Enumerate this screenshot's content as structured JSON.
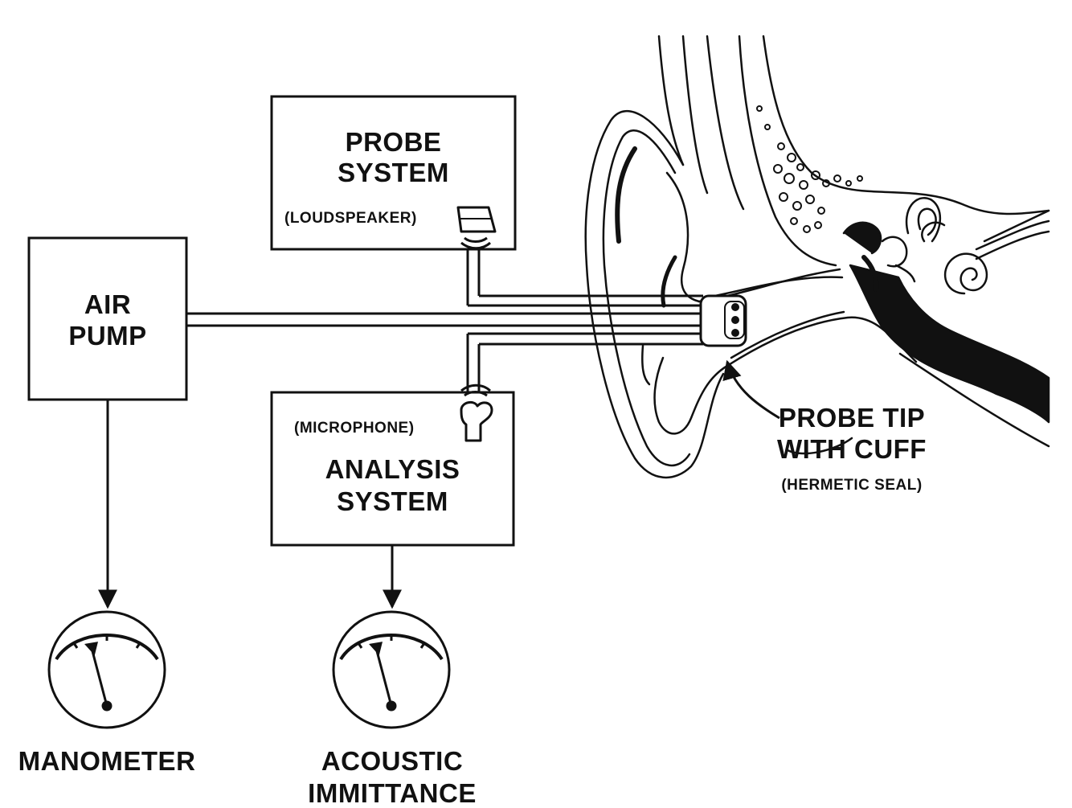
{
  "diagram": {
    "blocks": {
      "probe_system": {
        "line1": "PROBE",
        "line2": "SYSTEM",
        "sub": "(LOUDSPEAKER)"
      },
      "air_pump": {
        "line1": "AIR",
        "line2": "PUMP"
      },
      "analysis_system": {
        "sub": "(MICROPHONE)",
        "line1": "ANALYSIS",
        "line2": "SYSTEM"
      }
    },
    "meters": {
      "manometer": {
        "label": "MANOMETER"
      },
      "acoustic_immittance": {
        "line1": "ACOUSTIC",
        "line2": "IMMITTANCE"
      }
    },
    "callout": {
      "line1": "PROBE TIP",
      "line2": "WITH CUFF",
      "sub": "(HERMETIC SEAL)"
    },
    "icons": [
      "loudspeaker-icon",
      "microphone-icon",
      "gauge-icon",
      "ear-anatomy-illustration"
    ],
    "colors": {
      "ink": "#111111",
      "background": "#ffffff"
    }
  }
}
